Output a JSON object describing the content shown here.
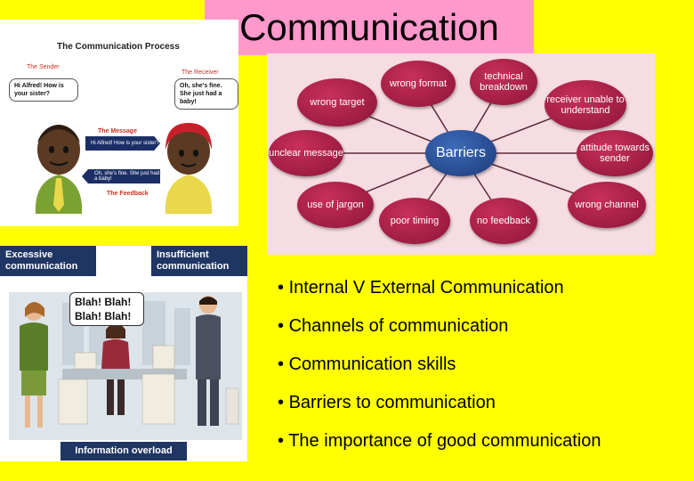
{
  "title": "Communication",
  "process": {
    "title": "The Communication Process",
    "sender_label": "The Sender",
    "receiver_label": "The Receiver",
    "sender_bubble": "Hi Alfred! How is your sister?",
    "receiver_bubble": "Oh, she's fine. She just had a baby!",
    "message_label": "The Message",
    "message_text": "Hi Alfred! How is your sister?",
    "feedback_text": "Oh, she's fine. She just had a baby!",
    "feedback_label": "The Feedback"
  },
  "barriers": {
    "center": "Barriers",
    "items": [
      "wrong format",
      "technical breakdown",
      "wrong target",
      "receiver unable to understand",
      "unclear message",
      "attitude towards sender",
      "use of jargon",
      "wrong channel",
      "poor timing",
      "no feedback"
    ]
  },
  "overload": {
    "excessive": "Excessive communication",
    "insufficient": "Insufficient communication",
    "speech": "Blah! Blah! Blah! Blah!",
    "caption": "Information overload"
  },
  "bullets": [
    "Internal V External Communication",
    "Channels of communication",
    "Communication skills",
    "Barriers to communication",
    "The importance of good communication"
  ]
}
